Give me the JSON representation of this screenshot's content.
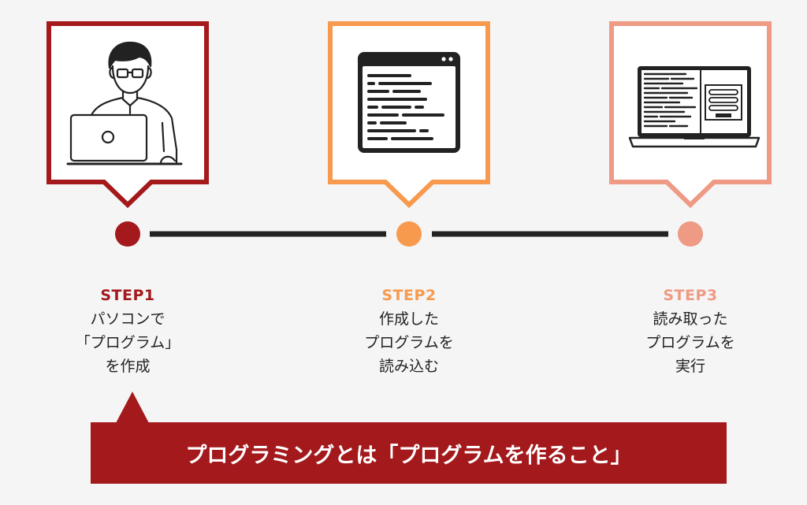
{
  "colors": {
    "step1": "#a3191c",
    "step2": "#f79a4e",
    "step3": "#ef9a84",
    "line": "#222222",
    "background": "#f5f5f5",
    "banner": "#a3191c",
    "banner_text": "#ffffff"
  },
  "steps": [
    {
      "label": "STEP1",
      "lines": [
        "パソコンで",
        "「プログラム」",
        "を作成"
      ],
      "icon": "person-with-laptop-icon"
    },
    {
      "label": "STEP2",
      "lines": [
        "作成した",
        "プログラムを",
        "読み込む"
      ],
      "icon": "code-window-icon"
    },
    {
      "label": "STEP3",
      "lines": [
        "読み取った",
        "プログラムを",
        "実行"
      ],
      "icon": "laptop-code-screen-icon"
    }
  ],
  "banner": {
    "text": "プログラミングとは「プログラムを作ること」"
  }
}
